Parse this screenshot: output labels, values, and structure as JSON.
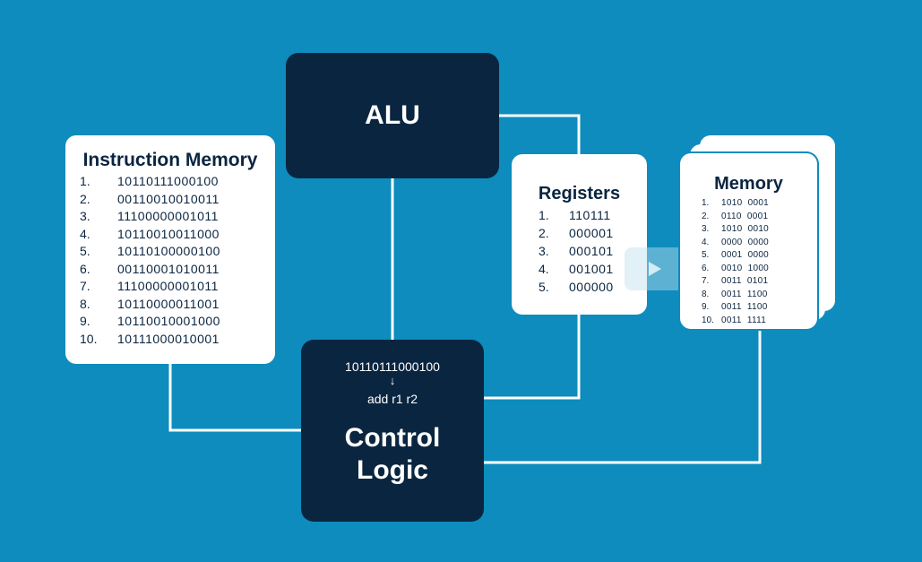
{
  "alu": {
    "title": "ALU"
  },
  "control": {
    "code": "10110111000100",
    "arrow": "↓",
    "asm": "add r1 r2",
    "title_line1": "Control",
    "title_line2": "Logic"
  },
  "instruction_memory": {
    "title": "Instruction Memory",
    "items": [
      {
        "n": "1.",
        "v": "10110111000100"
      },
      {
        "n": "2.",
        "v": "00110010010011"
      },
      {
        "n": "3.",
        "v": "11100000001011"
      },
      {
        "n": "4.",
        "v": "10110010011000"
      },
      {
        "n": "5.",
        "v": "10110100000100"
      },
      {
        "n": "6.",
        "v": "00110001010011"
      },
      {
        "n": "7.",
        "v": "11100000001011"
      },
      {
        "n": "8.",
        "v": "10110000011001"
      },
      {
        "n": "9.",
        "v": "10110010001000"
      },
      {
        "n": "10.",
        "v": "10111000010001"
      }
    ]
  },
  "registers": {
    "title": "Registers",
    "items": [
      {
        "n": "1.",
        "v": "110111"
      },
      {
        "n": "2.",
        "v": "000001"
      },
      {
        "n": "3.",
        "v": "000101"
      },
      {
        "n": "4.",
        "v": "001001"
      },
      {
        "n": "5.",
        "v": "000000"
      }
    ]
  },
  "memory": {
    "title": "Memory",
    "items": [
      {
        "n": "1.",
        "v": "1010  0001"
      },
      {
        "n": "2.",
        "v": "0110  0001"
      },
      {
        "n": "3.",
        "v": "1010  0010"
      },
      {
        "n": "4.",
        "v": "0000  0000"
      },
      {
        "n": "5.",
        "v": "0001  0000"
      },
      {
        "n": "6.",
        "v": "0010  1000"
      },
      {
        "n": "7.",
        "v": "0011  0101"
      },
      {
        "n": "8.",
        "v": "0011  1100"
      },
      {
        "n": "9.",
        "v": "0011  1100"
      },
      {
        "n": "10.",
        "v": "0011  1111"
      }
    ]
  },
  "colors": {
    "background": "#0d8cbd",
    "block_dark": "#0a2540",
    "card": "#ffffff",
    "wire": "#ffffff"
  },
  "icons": {
    "play": "play-icon"
  }
}
